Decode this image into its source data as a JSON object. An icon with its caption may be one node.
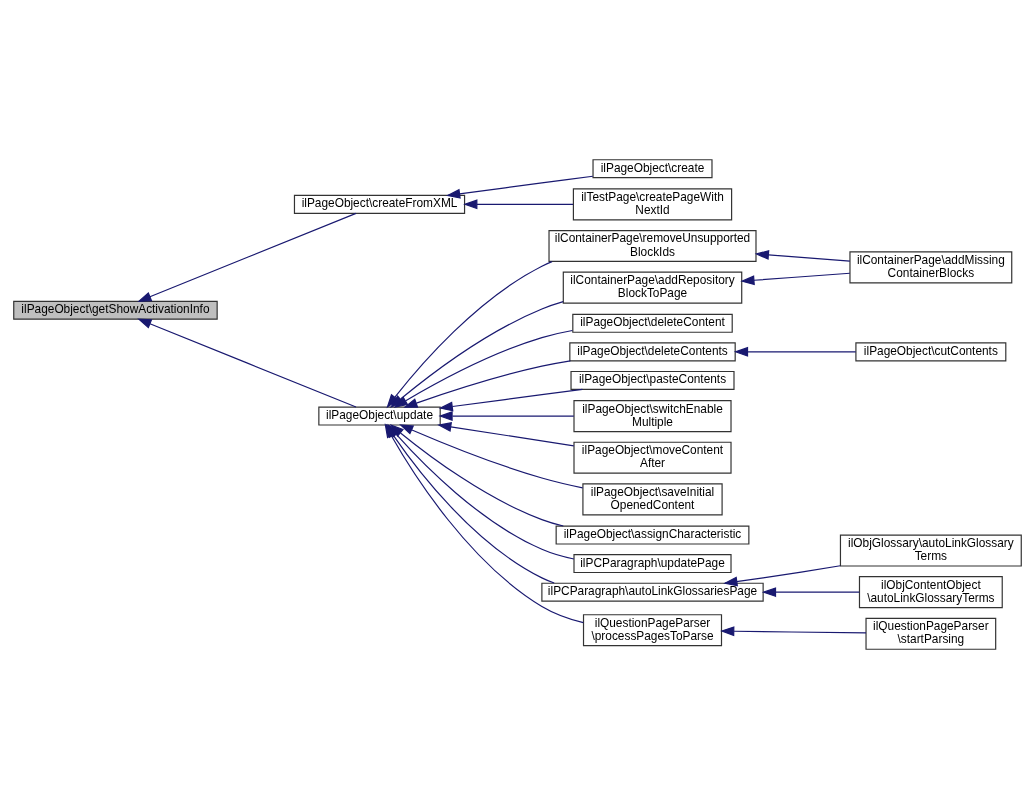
{
  "diagram": {
    "nodes": [
      {
        "text": [
          "ilPageObject\\getShowActivationInfo"
        ]
      },
      {
        "text": [
          "ilPageObject\\createFromXML"
        ]
      },
      {
        "text": [
          "ilPageObject\\create"
        ]
      },
      {
        "text": [
          "ilTestPage\\createPageWith NextId"
        ]
      },
      {
        "text": [
          "ilPageObject\\update"
        ]
      },
      {
        "text": [
          "ilContainerPage\\removeUnsupported BlockIds"
        ]
      },
      {
        "text": [
          "ilContainerPage\\addMissing ContainerBlocks"
        ]
      },
      {
        "text": [
          "ilContainerPage\\addRepository BlockToPage"
        ]
      },
      {
        "text": [
          "ilPageObject\\deleteContent"
        ]
      },
      {
        "text": [
          "ilPageObject\\deleteContents"
        ]
      },
      {
        "text": [
          "ilPageObject\\cutContents"
        ]
      },
      {
        "text": [
          "ilPageObject\\pasteContents"
        ]
      },
      {
        "text": [
          "ilPageObject\\switchEnable Multiple"
        ]
      },
      {
        "text": [
          "ilPageObject\\moveContent After"
        ]
      },
      {
        "text": [
          "ilPageObject\\saveInitial OpenedContent"
        ]
      },
      {
        "text": [
          "ilPageObject\\assignCharacteristic"
        ]
      },
      {
        "text": [
          "ilPCParagraph\\updatePage"
        ]
      },
      {
        "text": [
          "ilPCParagraph\\autoLinkGlossariesPage"
        ]
      },
      {
        "text": [
          "ilObjGlossary\\autoLinkGlossary Terms"
        ]
      },
      {
        "text": [
          "ilObjContentObject \\autoLinkGlossaryTerms"
        ]
      },
      {
        "text": [
          "ilQuestionPageParser \\processPagesToParse"
        ]
      },
      {
        "text": [
          "ilQuestionPageParser \\startParsing"
        ]
      }
    ],
    "edges": [
      {
        "from": 1,
        "to": 0,
        "arrow": "to"
      },
      {
        "from": 4,
        "to": 0,
        "arrow": "to"
      },
      {
        "from": 2,
        "to": 1,
        "arrow": "to"
      },
      {
        "from": 3,
        "to": 1,
        "arrow": "to"
      },
      {
        "from": 5,
        "to": 4,
        "arrow": "to"
      },
      {
        "from": 7,
        "to": 4,
        "arrow": "to"
      },
      {
        "from": 8,
        "to": 4,
        "arrow": "to"
      },
      {
        "from": 9,
        "to": 4,
        "arrow": "to"
      },
      {
        "from": 11,
        "to": 4,
        "arrow": "to"
      },
      {
        "from": 12,
        "to": 4,
        "arrow": "to"
      },
      {
        "from": 13,
        "to": 4,
        "arrow": "to"
      },
      {
        "from": 14,
        "to": 4,
        "arrow": "to"
      },
      {
        "from": 15,
        "to": 4,
        "arrow": "to"
      },
      {
        "from": 16,
        "to": 4,
        "arrow": "to"
      },
      {
        "from": 17,
        "to": 4,
        "arrow": "to"
      },
      {
        "from": 20,
        "to": 4,
        "arrow": "to"
      },
      {
        "from": 6,
        "to": 5,
        "arrow": "to"
      },
      {
        "from": 6,
        "to": 7,
        "arrow": "to"
      },
      {
        "from": 10,
        "to": 9,
        "arrow": "to"
      },
      {
        "from": 18,
        "to": 17,
        "arrow": "to"
      },
      {
        "from": 19,
        "to": 17,
        "arrow": "to"
      },
      {
        "from": 21,
        "to": 20,
        "arrow": "to"
      }
    ]
  }
}
